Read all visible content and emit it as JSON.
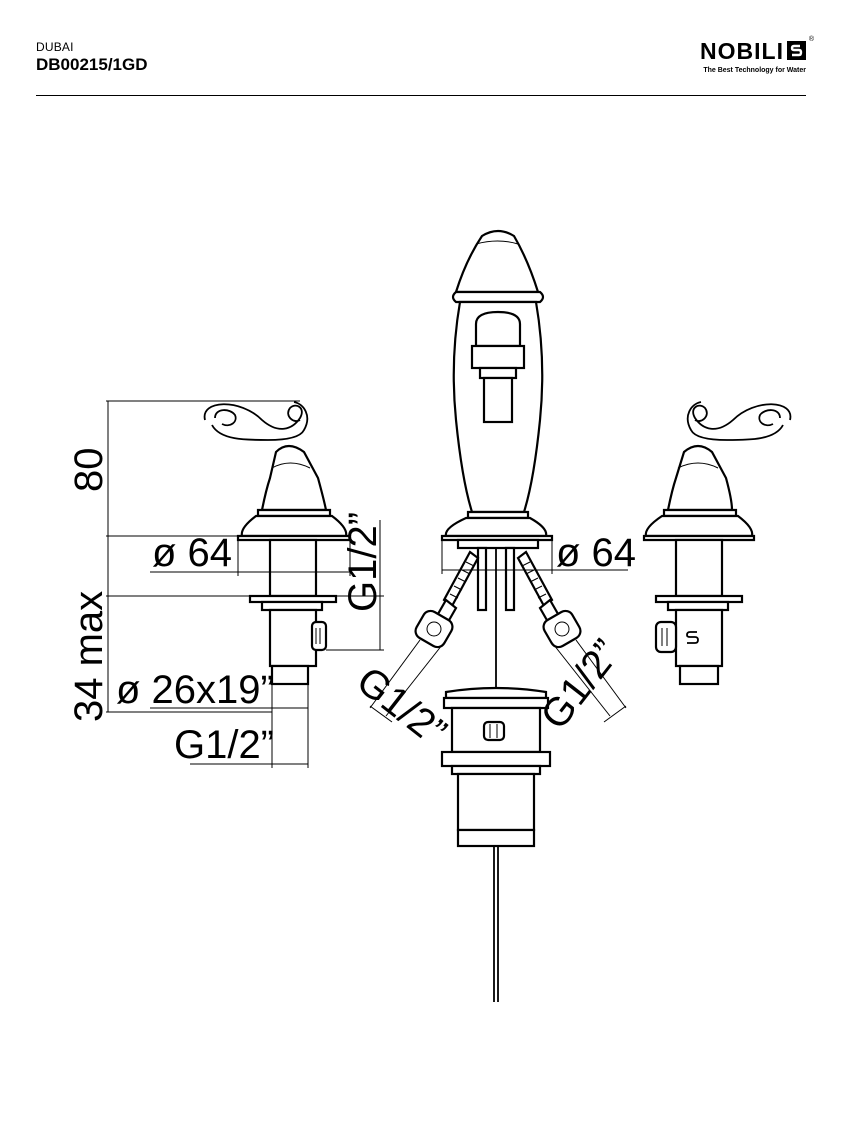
{
  "header": {
    "collection": "DUBAI",
    "product_code": "DB00215/1GD"
  },
  "logo": {
    "brand": "NOBILI",
    "registered": "®",
    "tagline": "The Best Technology for Water",
    "icon": "nobili-s-icon"
  },
  "dimensions": {
    "height_handle": "80",
    "diameter_left": "ø 64",
    "diameter_right": "ø 64",
    "max_depth": "34 max",
    "hose_size": "ø 26x19”",
    "thread_left_bottom": "G1/2”",
    "thread_left_vertical": "G1/2”",
    "thread_center_left": "G1/2”",
    "thread_center_right": "G1/2”"
  }
}
